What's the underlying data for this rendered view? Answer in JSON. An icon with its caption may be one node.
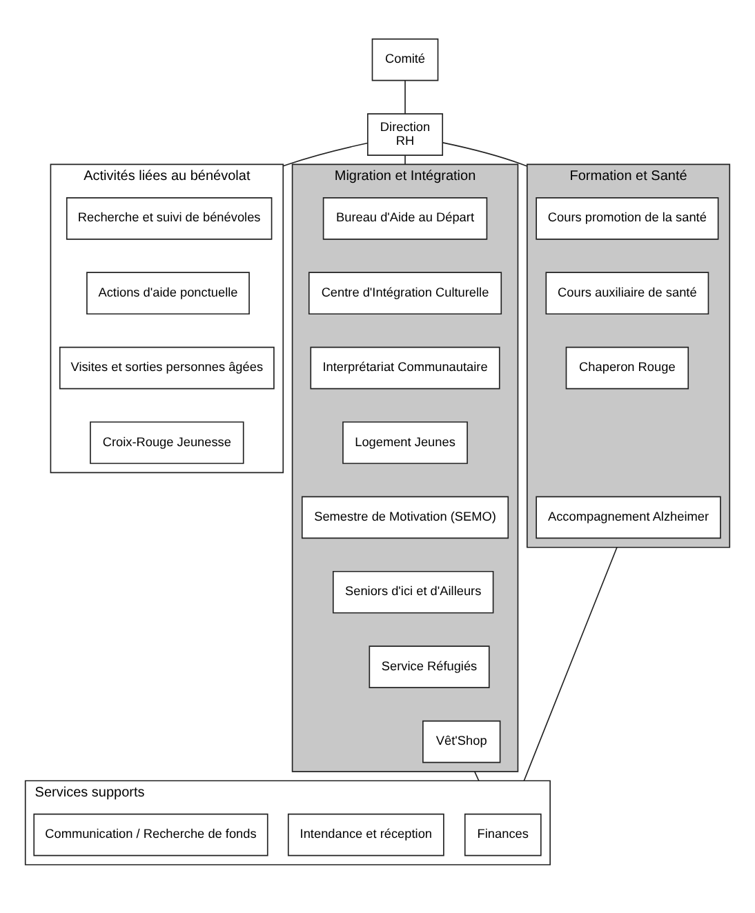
{
  "diagram": {
    "nodes": [
      {
        "text": [
          "Comité"
        ]
      },
      {
        "text": [
          "Direction",
          "RH"
        ]
      },
      {
        "text": [
          "Activités liées au bénévolat"
        ]
      },
      {
        "text": [
          "Recherche et suivi de bénévoles"
        ],
        "in": 2
      },
      {
        "text": [
          "Actions d'aide ponctuelle"
        ],
        "in": 2
      },
      {
        "text": [
          "Visites et sorties personnes âgées"
        ],
        "in": 2
      },
      {
        "text": [
          "Croix-Rouge Jeunesse"
        ],
        "in": 2
      },
      {
        "text": [
          "Migration et Intégration"
        ]
      },
      {
        "text": [
          "Bureau d'Aide au Départ"
        ],
        "in": 7
      },
      {
        "text": [
          "Centre d'Intégration Culturelle"
        ],
        "in": 7
      },
      {
        "text": [
          "Interprétariat Communautaire"
        ],
        "in": 7
      },
      {
        "text": [
          "Logement Jeunes"
        ],
        "in": 7
      },
      {
        "text": [
          "Semestre de Motivation (SEMO)"
        ],
        "in": 7
      },
      {
        "text": [
          "Seniors d'ici et d'Ailleurs"
        ],
        "in": 7
      },
      {
        "text": [
          "Service Réfugiés"
        ],
        "in": 7
      },
      {
        "text": [
          "Vêt'Shop"
        ],
        "in": 7
      },
      {
        "text": [
          "Formation et Santé"
        ]
      },
      {
        "text": [
          "Cours promotion de la santé"
        ],
        "in": 16
      },
      {
        "text": [
          "Cours auxiliaire de santé"
        ],
        "in": 16
      },
      {
        "text": [
          "Chaperon Rouge"
        ],
        "in": 16
      },
      {
        "text": [
          "Accompagnement Alzheimer"
        ],
        "in": 16
      },
      {
        "text": [
          "Services supports"
        ]
      },
      {
        "text": [
          "Finances"
        ],
        "in": 21
      },
      {
        "text": [
          "Intendance et réception"
        ],
        "in": 21
      },
      {
        "text": [
          "Communication / Recherche de fonds"
        ],
        "in": 21
      }
    ],
    "edges": [
      {
        "from": 0,
        "to": 1,
        "arrow": "none"
      },
      {
        "from": 1,
        "to": 2,
        "arrow": "none"
      },
      {
        "from": 1,
        "to": 7,
        "arrow": "none"
      },
      {
        "from": 1,
        "to": 16,
        "arrow": "none"
      },
      {
        "from": 7,
        "to": 21,
        "arrow": "none"
      },
      {
        "from": 16,
        "to": 21,
        "arrow": "none"
      }
    ]
  }
}
